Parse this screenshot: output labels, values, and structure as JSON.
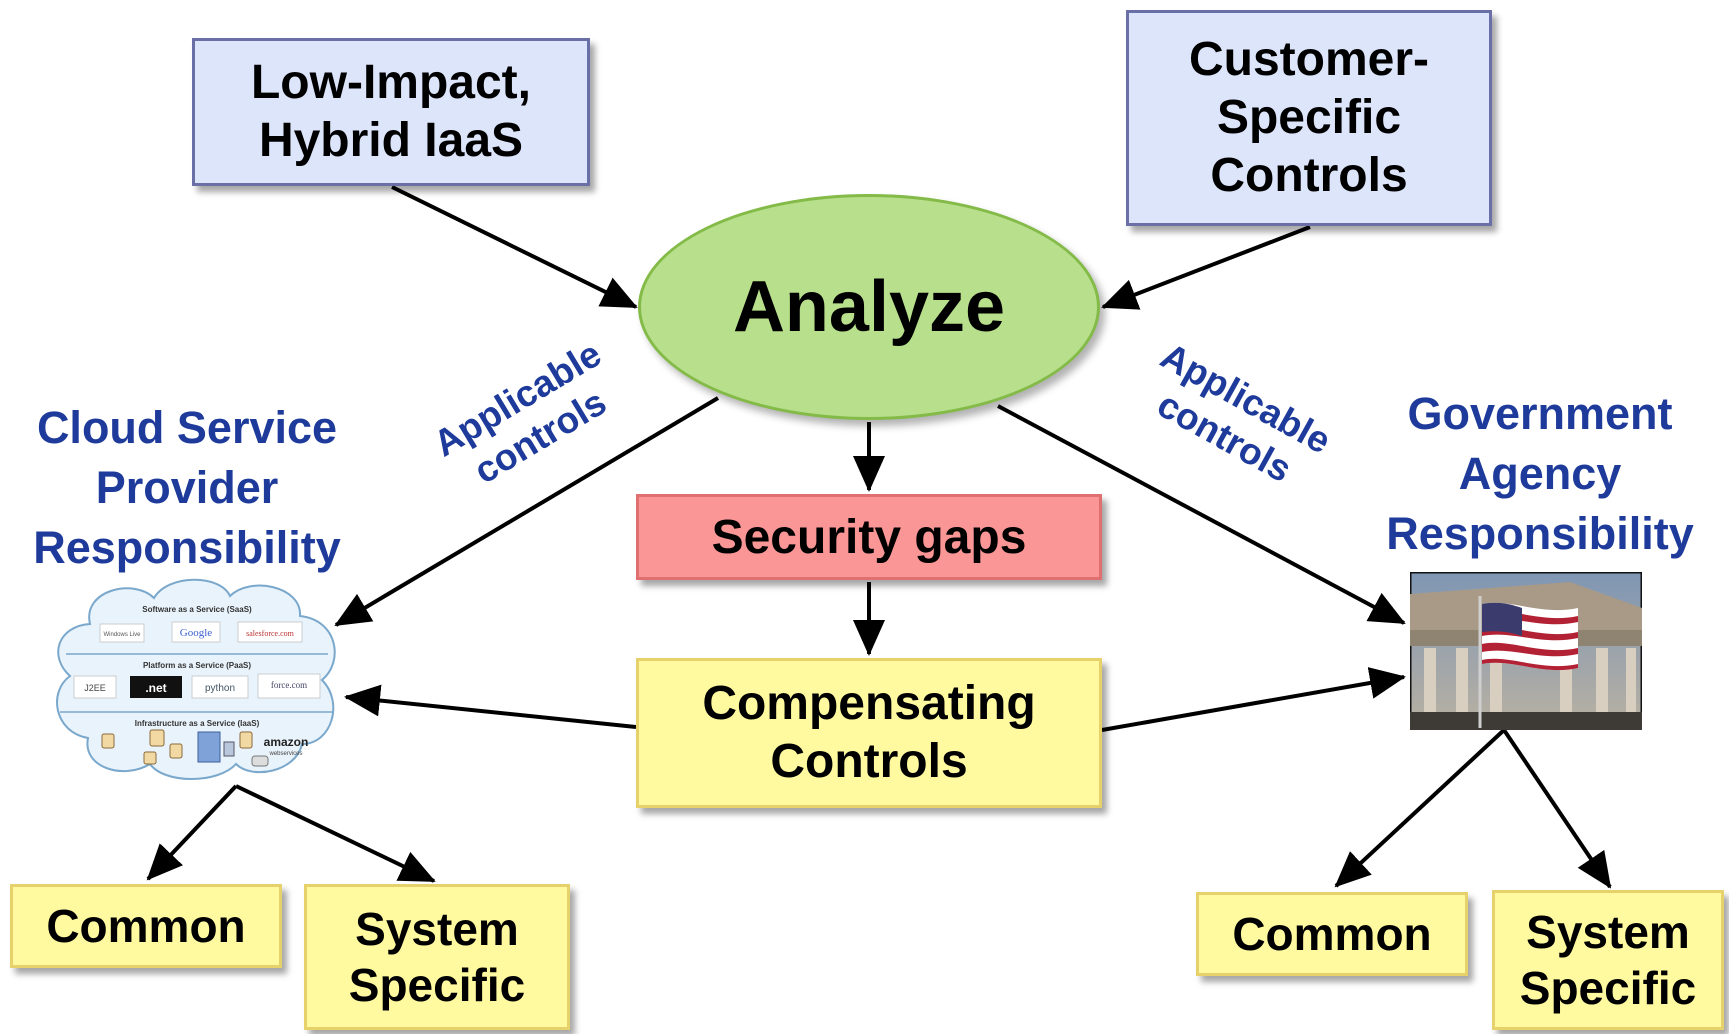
{
  "nodes": {
    "source_left": "Low-Impact,\nHybrid IaaS",
    "source_right": "Customer-\nSpecific\nControls",
    "center": "Analyze",
    "gaps": "Security gaps",
    "compensating": "Compensating\nControls"
  },
  "labels": {
    "csp_title": "Cloud Service\nProvider\nResponsibility",
    "agency_title": "Government\nAgency\nResponsibility",
    "applicable_left": "Applicable\ncontrols",
    "applicable_right": "Applicable\ncontrols"
  },
  "leaves": {
    "left_common": "Common",
    "left_system": "System\nSpecific",
    "right_common": "Common",
    "right_system": "System\nSpecific"
  },
  "cloud": {
    "layers": [
      "Software as a Service (SaaS)",
      "Platform as a Service (PaaS)",
      "Infrastructure as a Service (IaaS)"
    ],
    "saas_logos": [
      "Windows Live",
      "Google",
      "salesforce.com"
    ],
    "paas_logos": [
      "J2EE",
      ".net",
      "python",
      "force.com"
    ],
    "iaas_logos": [
      "amazon",
      "webservices"
    ]
  },
  "colors": {
    "accent_blue": "#1e3b9b",
    "ellipse_fill": "#b8df8c",
    "blue_box": "#dde5fb",
    "yellow_box": "#fffaa0",
    "red_box": "#fa9696"
  }
}
